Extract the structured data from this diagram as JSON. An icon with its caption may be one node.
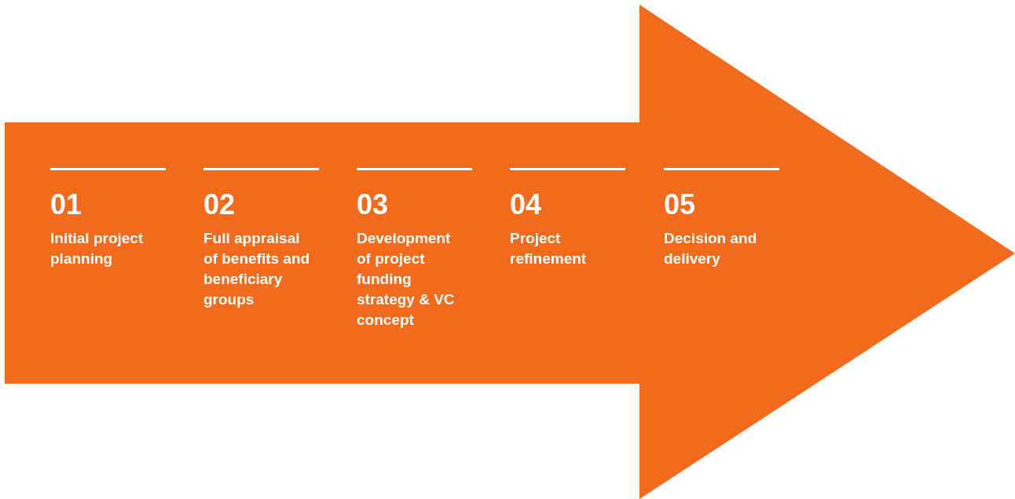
{
  "diagram": {
    "nodes": [
      {
        "text": [],
        "shape": "arrow"
      },
      {
        "text": [
          "01",
          "Initial project planning"
        ],
        "in": 0
      },
      {
        "text": [
          "02",
          "Full appraisal of benefits and beneficiary groups"
        ],
        "in": 0
      },
      {
        "text": [
          "03",
          "Development of project funding strategy & VC concept"
        ],
        "in": 0
      },
      {
        "text": [
          "04",
          "Project refinement"
        ],
        "in": 0
      },
      {
        "text": [
          "05",
          "Decision and delivery"
        ],
        "in": 0
      }
    ]
  }
}
